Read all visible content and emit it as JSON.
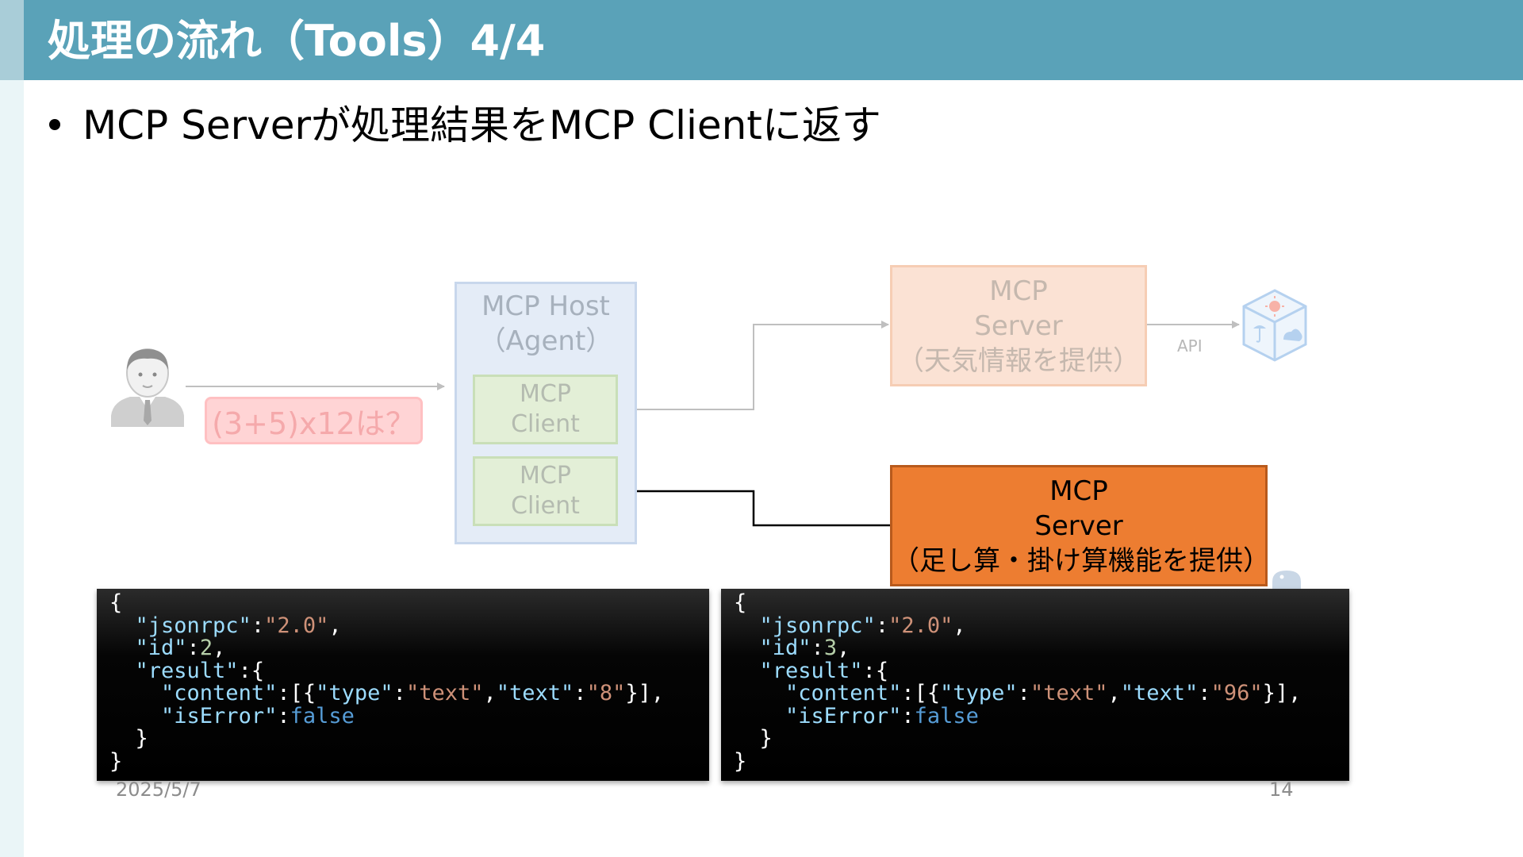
{
  "slide": {
    "title": "処理の流れ（Tools）4/4",
    "bullet": "MCP Serverが処理結果をMCP Clientに返す",
    "colors": {
      "header": "#5aa2b8",
      "server_active": "#ed7d31"
    }
  },
  "diagram": {
    "host_label": "MCP Host\n（Agent）",
    "client_top_label": "MCP\nClient",
    "client_bottom_label": "MCP\nClient",
    "server_weather_label": "MCP\nServer\n（天気情報を提供）",
    "server_calc_label": "MCP\nServer\n（足し算・掛け算機能を提供）",
    "question": "(3+5)x12は？",
    "api_label": "API",
    "icons": [
      "person-icon",
      "weather-app-icon",
      "python-icon"
    ]
  },
  "code": {
    "left": {
      "jsonrpc_key": "\"jsonrpc\"",
      "jsonrpc_val": "\"2.0\"",
      "id_key": "\"id\"",
      "id_val": "2",
      "result_key": "\"result\"",
      "content_key": "\"content\"",
      "type_key": "\"type\"",
      "type_val": "\"text\"",
      "text_key": "\"text\"",
      "text_val": "\"8\"",
      "iserror_key": "\"isError\"",
      "iserror_val": "false"
    },
    "right": {
      "jsonrpc_key": "\"jsonrpc\"",
      "jsonrpc_val": "\"2.0\"",
      "id_key": "\"id\"",
      "id_val": "3",
      "result_key": "\"result\"",
      "content_key": "\"content\"",
      "type_key": "\"type\"",
      "type_val": "\"text\"",
      "text_key": "\"text\"",
      "text_val": "\"96\"",
      "iserror_key": "\"isError\"",
      "iserror_val": "false"
    }
  },
  "footer": {
    "date": "2025/5/7",
    "page": "14"
  }
}
